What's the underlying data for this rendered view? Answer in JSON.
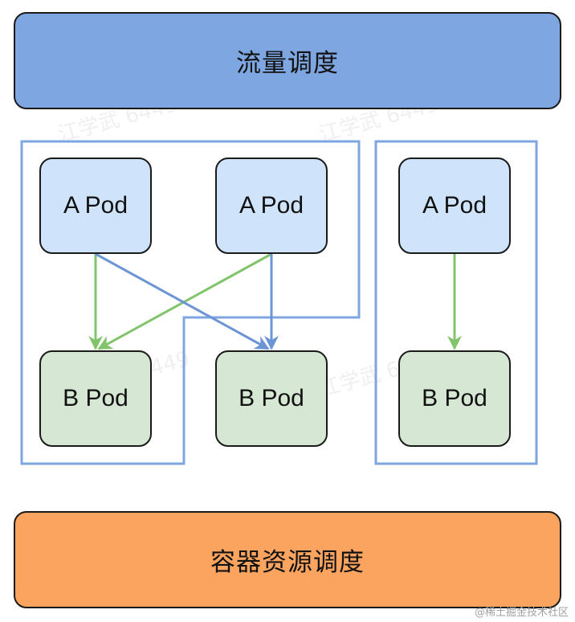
{
  "top_bar": {
    "label": "流量调度"
  },
  "bottom_bar": {
    "label": "容器资源调度"
  },
  "pods": {
    "a1": "A Pod",
    "a2": "A Pod",
    "a3": "A Pod",
    "b1": "B Pod",
    "b2": "B Pod",
    "b3": "B Pod"
  },
  "watermark": {
    "text": "江学武 6449"
  },
  "credit": {
    "text": "@稀土掘金技术社区"
  },
  "colors": {
    "traffic_bar": "#7ea6e0",
    "resource_bar": "#fba45f",
    "a_pod": "#cfe4fb",
    "b_pod": "#d6e8d3",
    "group_border": "#7ea6e0",
    "arrow_green": "#82c46c",
    "arrow_blue": "#6c95d6"
  }
}
